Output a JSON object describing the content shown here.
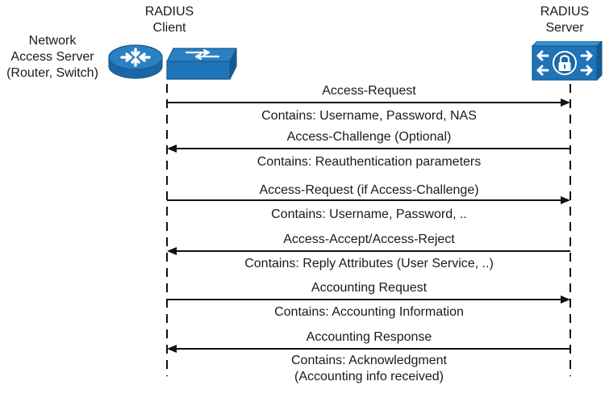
{
  "actors": {
    "nas": {
      "label_line1": "Network",
      "label_line2": "Access Server",
      "label_line3": "(Router, Switch)"
    },
    "client": {
      "label_line1": "RADIUS",
      "label_line2": "Client"
    },
    "server": {
      "label_line1": "RADIUS",
      "label_line2": "Server"
    }
  },
  "messages": [
    {
      "name": "Access-Request",
      "direction": "client-to-server",
      "details": "Contains: Username, Password, NAS"
    },
    {
      "name": "Access-Challenge (Optional)",
      "direction": "server-to-client",
      "details": "Contains: Reauthentication parameters"
    },
    {
      "name": "Access-Request (if Access-Challenge)",
      "direction": "client-to-server",
      "details": "Contains: Username, Password, .."
    },
    {
      "name": "Access-Accept/Access-Reject",
      "direction": "server-to-client",
      "details": "Contains: Reply Attributes (User Service, ..)"
    },
    {
      "name": "Accounting Request",
      "direction": "client-to-server",
      "details": "Contains: Accounting Information"
    },
    {
      "name": "Accounting Response",
      "direction": "server-to-client",
      "details_line1": "Contains: Acknowledgment",
      "details_line2": "(Accounting info received)"
    }
  ],
  "colors": {
    "device_blue": "#1f73b7",
    "device_dark_blue": "#155b92",
    "line": "#111111",
    "text": "#1a1a1a"
  },
  "icons": {
    "router": "router-icon",
    "switch": "switch-icon",
    "server": "server-lock-icon"
  }
}
